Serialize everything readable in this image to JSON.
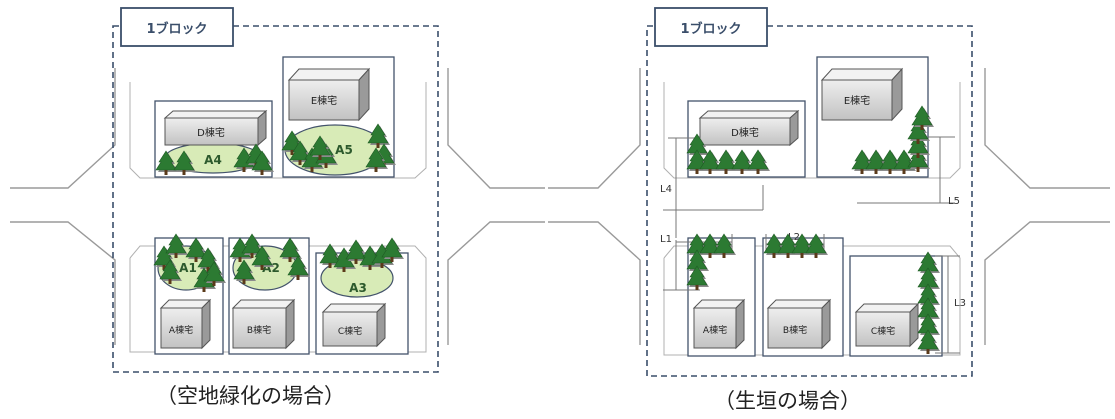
{
  "left_panel": {
    "block_tab": "1ブロック",
    "caption": "（空地緑化の場合）",
    "buildings": [
      "A棟宅",
      "B棟宅",
      "C棟宅",
      "D棟宅",
      "E棟宅"
    ],
    "green_areas": [
      "A1",
      "A2",
      "A3",
      "A4",
      "A5"
    ]
  },
  "right_panel": {
    "block_tab": "1ブロック",
    "caption": "（生垣の場合）",
    "buildings": [
      "A棟宅",
      "B棟宅",
      "C棟宅",
      "D棟宅",
      "E棟宅"
    ],
    "hedge_lengths": [
      "L1",
      "L2",
      "L3",
      "L4",
      "L5"
    ]
  },
  "colors": {
    "block_border": "#3a4e6a",
    "lot_border": "#43536b",
    "tree_green": "#2c7a32",
    "green_area": "#d8ebb7",
    "building_face": "#d8d8d8"
  }
}
